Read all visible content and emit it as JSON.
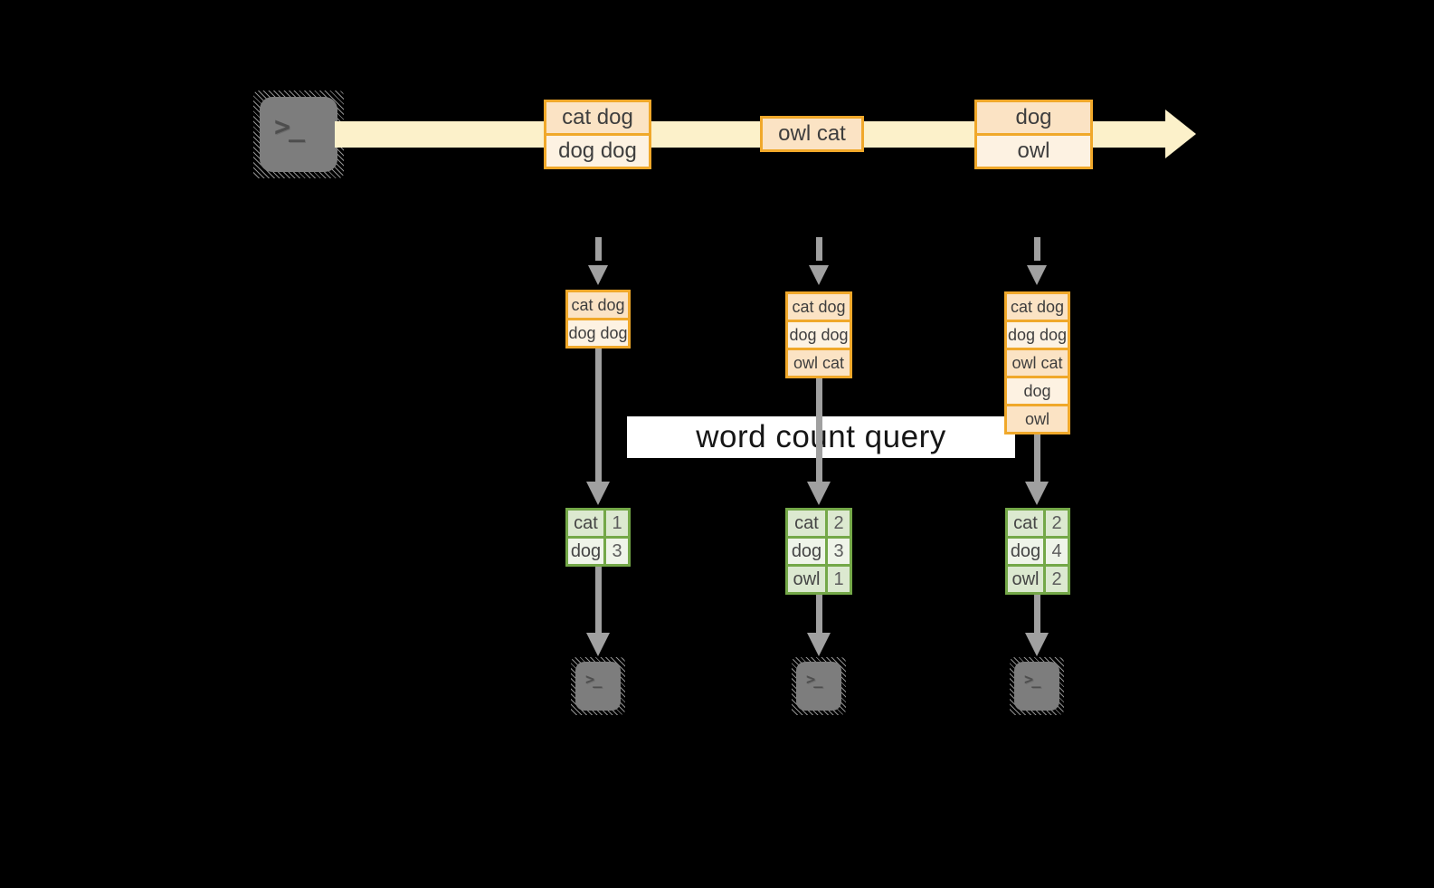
{
  "theme": {
    "bg": "#000000",
    "orange-border": "#f0a82a",
    "peach": "#fbe3c4",
    "cream": "#fdf2e2",
    "band": "#fcf1ca",
    "green-border": "#74a848",
    "sage": "#dce9d0",
    "sage-light": "#eff4e9",
    "arrow-gray": "#a0a0a0",
    "terminal-gray": "#7d7d7d",
    "glyph-gray": "#4e4e4e",
    "text-dark": "#3e3e3e",
    "count-text": "#5c5c5c",
    "query-bg": "#ffffff",
    "query-text": "#161616"
  },
  "terminal": {
    "prompt": ">_"
  },
  "stream": {
    "events": [
      {
        "lines": [
          "cat dog",
          "dog dog"
        ]
      },
      {
        "lines": [
          "owl cat"
        ]
      },
      {
        "lines": [
          "dog",
          "owl"
        ]
      }
    ]
  },
  "windows": [
    {
      "rows": [
        "cat dog",
        "dog dog"
      ]
    },
    {
      "rows": [
        "cat dog",
        "dog dog",
        "owl cat"
      ]
    },
    {
      "rows": [
        "cat dog",
        "dog dog",
        "owl cat",
        "dog",
        "owl"
      ]
    }
  ],
  "query": {
    "label": "word count query"
  },
  "results": [
    {
      "rows": [
        {
          "word": "cat",
          "count": "1"
        },
        {
          "word": "dog",
          "count": "3"
        }
      ]
    },
    {
      "rows": [
        {
          "word": "cat",
          "count": "2"
        },
        {
          "word": "dog",
          "count": "3"
        },
        {
          "word": "owl",
          "count": "1"
        }
      ]
    },
    {
      "rows": [
        {
          "word": "cat",
          "count": "2"
        },
        {
          "word": "dog",
          "count": "4"
        },
        {
          "word": "owl",
          "count": "2"
        }
      ]
    }
  ]
}
